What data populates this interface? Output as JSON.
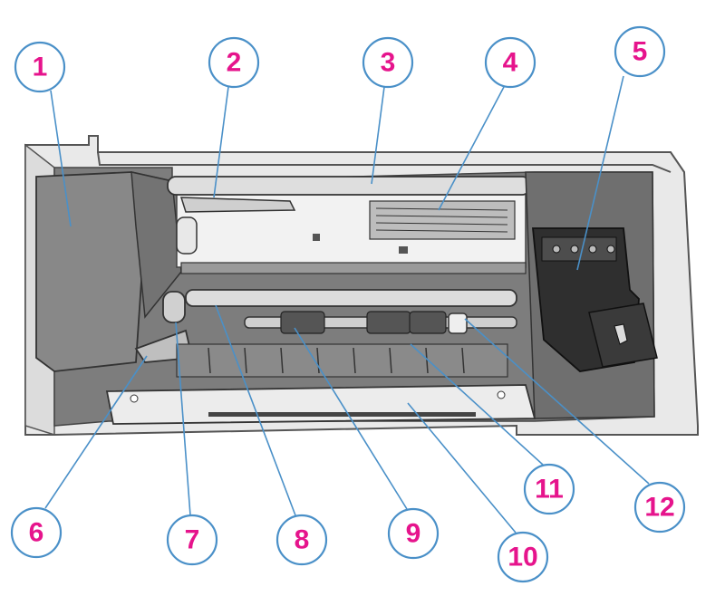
{
  "colors": {
    "ring": "#4a90c8",
    "number": "#e6148c",
    "leader": "#4a90c8"
  },
  "callouts": [
    {
      "id": "1",
      "label": "1"
    },
    {
      "id": "2",
      "label": "2"
    },
    {
      "id": "3",
      "label": "3"
    },
    {
      "id": "4",
      "label": "4"
    },
    {
      "id": "5",
      "label": "5"
    },
    {
      "id": "6",
      "label": "6"
    },
    {
      "id": "7",
      "label": "7"
    },
    {
      "id": "8",
      "label": "8"
    },
    {
      "id": "9",
      "label": "9"
    },
    {
      "id": "10",
      "label": "10"
    },
    {
      "id": "11",
      "label": "11"
    },
    {
      "id": "12",
      "label": "12"
    }
  ]
}
